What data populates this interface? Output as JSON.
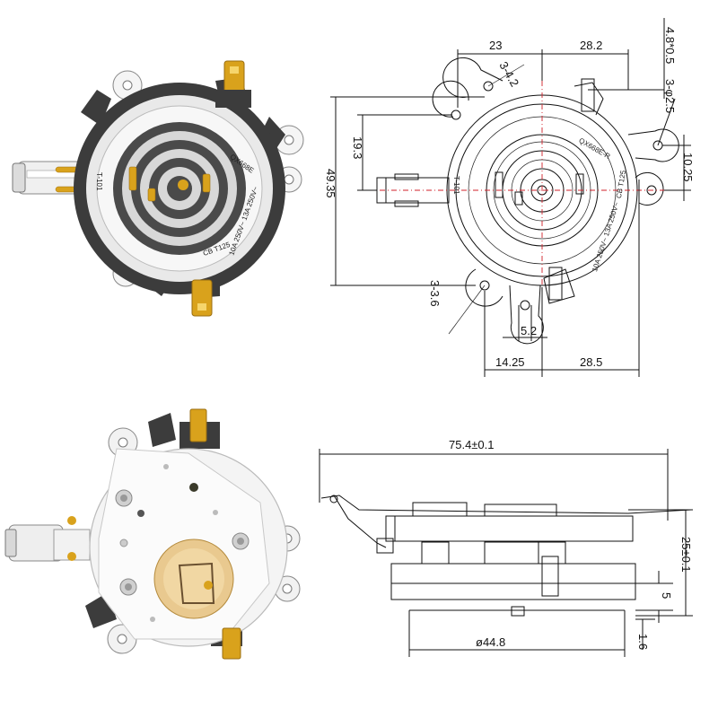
{
  "colors": {
    "housing_dark": "#3c3c3c",
    "brass": "#d9a21c",
    "brass_dark": "#9a6e10",
    "metal_light": "#e6e6e6",
    "centerline": "#d0202a"
  },
  "photo_top": {
    "marking_model": "QX668E",
    "marking_rating": "10A 250V~ 13A 250V~",
    "marking_cert": "CB T125",
    "marking_t": "T-101"
  },
  "drawing_top": {
    "dim_23": "23",
    "dim_28_2": "28.2",
    "dim_4_8x0_5": "4.8*0.5",
    "dim_3_phi2_5": "3-φ2.5",
    "dim_3_4_2": "3-4.2",
    "dim_19_3": "19.3",
    "dim_49_35": "49.35",
    "dim_10_25": "10.25",
    "dim_3_3_6": "3-3.6",
    "dim_5_2": "5.2",
    "dim_14_25": "14.25",
    "dim_28_5": "28.5",
    "marking_model": "QX668E-R",
    "marking_rating": "10A 250V~ 13A 250V~",
    "marking_cert": "CB T125",
    "marking_t": "T-101"
  },
  "drawing_side": {
    "dim_75_4": "75.4±0.1",
    "dim_25": "25±0.1",
    "dim_5": "5",
    "dim_1_6": "1.6",
    "dim_44_8": "ø44.8"
  }
}
